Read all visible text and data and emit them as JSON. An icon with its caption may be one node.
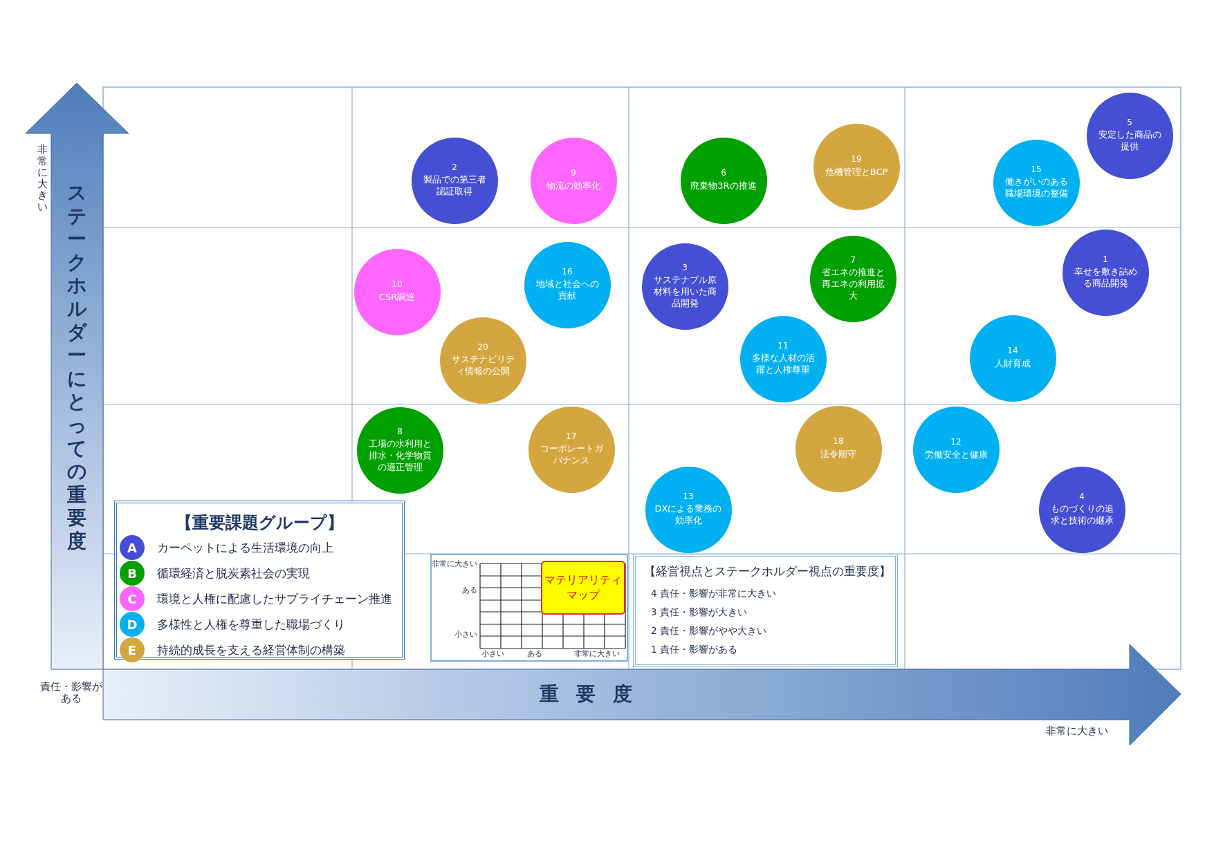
{
  "diagram": {
    "nodes": [
      {
        "text": [
          "2",
          "製品での第三者認証取得"
        ]
      },
      {
        "text": [
          "9",
          "物流の効率化"
        ]
      },
      {
        "text": [
          "6",
          "廃棄物3Rの推進"
        ]
      },
      {
        "text": [
          "19",
          "危機管理とBCP"
        ]
      },
      {
        "text": [
          "15",
          "働きがいのある職場環境の整備"
        ]
      },
      {
        "text": [
          "5",
          "安定した商品の提供"
        ]
      },
      {
        "text": [
          "10",
          "CSR調達"
        ]
      },
      {
        "text": [
          "16",
          "地域と社会への貢献"
        ]
      },
      {
        "text": [
          "3",
          "サステナブル原材料を用いた商品開発"
        ]
      },
      {
        "text": [
          "7",
          "省エネの推進と再エネの利用拡大"
        ]
      },
      {
        "text": [
          "1",
          "幸せを敷き詰める商品開発"
        ]
      },
      {
        "text": [
          "20",
          "サステナビリティ情報の公開"
        ]
      },
      {
        "text": [
          "11",
          "多様な人材の活躍と人権尊重"
        ]
      },
      {
        "text": [
          "14",
          "人財育成"
        ]
      },
      {
        "text": [
          "8",
          "工場の水利用と排水・化学物質の適正管理"
        ]
      },
      {
        "text": [
          "17",
          "コーポレートガバナンス"
        ]
      },
      {
        "text": [
          "18",
          "法令順守"
        ]
      },
      {
        "text": [
          "12",
          "労働安全と健康"
        ]
      },
      {
        "text": [
          "13",
          "DXによる業務の効率化"
        ]
      },
      {
        "text": [
          "4",
          "ものづくりの追求と技術の継承"
        ]
      },
      {
        "text": [
          "非常に大きい",
          "ある",
          "小さい",
          "小さい",
          "ある",
          "非常に大きい"
        ]
      },
      {
        "text": [
          "マテリアリティマップ"
        ],
        "in": 20
      },
      {
        "text": [
          "【経営視点とステークホルダー視点の重要度】",
          "4 責任・影響が非常に大きい",
          "3 責任・影響が大きい",
          "2 責任・影響がやや大きい",
          "1 責任・影響がある"
        ]
      }
    ],
    "edges": [],
    "labels": [
      "非常に大きい",
      "ステークホルダーにとっての重要度",
      "【重要課題グループ】",
      "A",
      "B",
      "C",
      "D",
      "E",
      "責任・影響がある",
      "重要度",
      "非常に大きい"
    ],
    "legend": [
      {
        "text": "カーペットによる生活環境の向上",
        "color": "#454fd3"
      },
      {
        "text": "循環経済と脱炭素社会の実現",
        "color": "#00a000"
      },
      {
        "text": "環境と人権に配慮したサプライチェーン推進",
        "color": "#ff66ff"
      },
      {
        "text": "多様性と人権を尊重した職場づくり",
        "color": "#00b0f0"
      },
      {
        "text": "持続的成長を支える経営体制の構築",
        "color": "#d4a640"
      }
    ]
  }
}
